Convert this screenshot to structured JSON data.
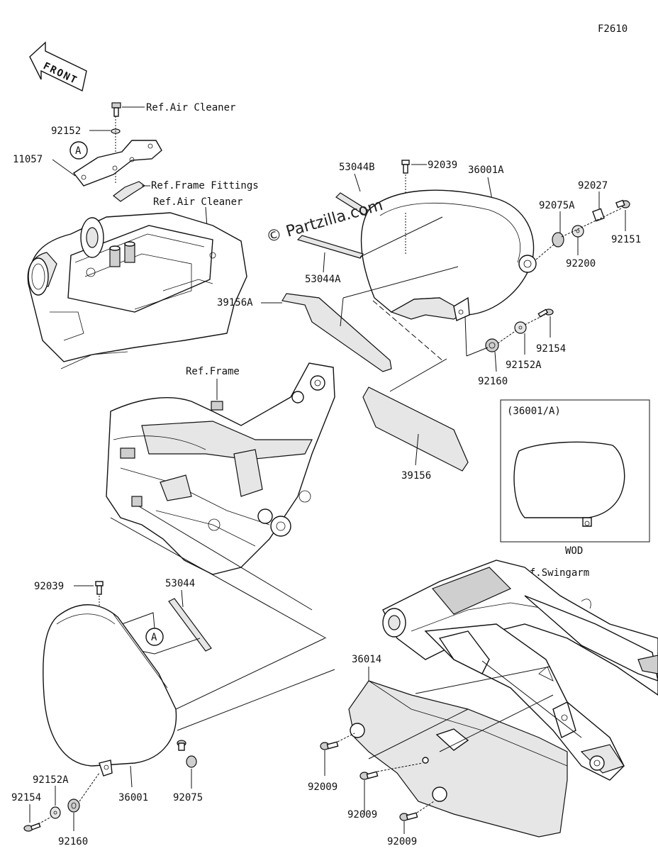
{
  "figure_code": "F2610",
  "front_label": "FRONT",
  "watermark": "© Partzilla.com",
  "inset": {
    "title": "(36001/A)",
    "caption": "WOD"
  },
  "callouts": {
    "c1": "A",
    "c2": "A"
  },
  "refs": {
    "air_cleaner_top": "Ref.Air Cleaner",
    "frame_fittings": "Ref.Frame Fittings",
    "air_cleaner_body": "Ref.Air Cleaner",
    "frame": "Ref.Frame",
    "swingarm": "Ref.Swingarm"
  },
  "parts": {
    "p92152": "92152",
    "p11057": "11057",
    "p53044B": "53044B",
    "p92039_top": "92039",
    "p36001A": "36001A",
    "p92027": "92027",
    "p92075A": "92075A",
    "p92151": "92151",
    "p92200": "92200",
    "p53044A": "53044A",
    "p39156A": "39156A",
    "p92154_top": "92154",
    "p92152A_top": "92152A",
    "p92160_top": "92160",
    "p39156": "39156",
    "p92039_bot": "92039",
    "p53044": "53044",
    "p36014": "36014",
    "p92152A_bot": "92152A",
    "p92154_bot": "92154",
    "p36001": "36001",
    "p92075": "92075",
    "p92160_bot": "92160",
    "p92009_a": "92009",
    "p92009_b": "92009",
    "p92009_c": "92009"
  }
}
